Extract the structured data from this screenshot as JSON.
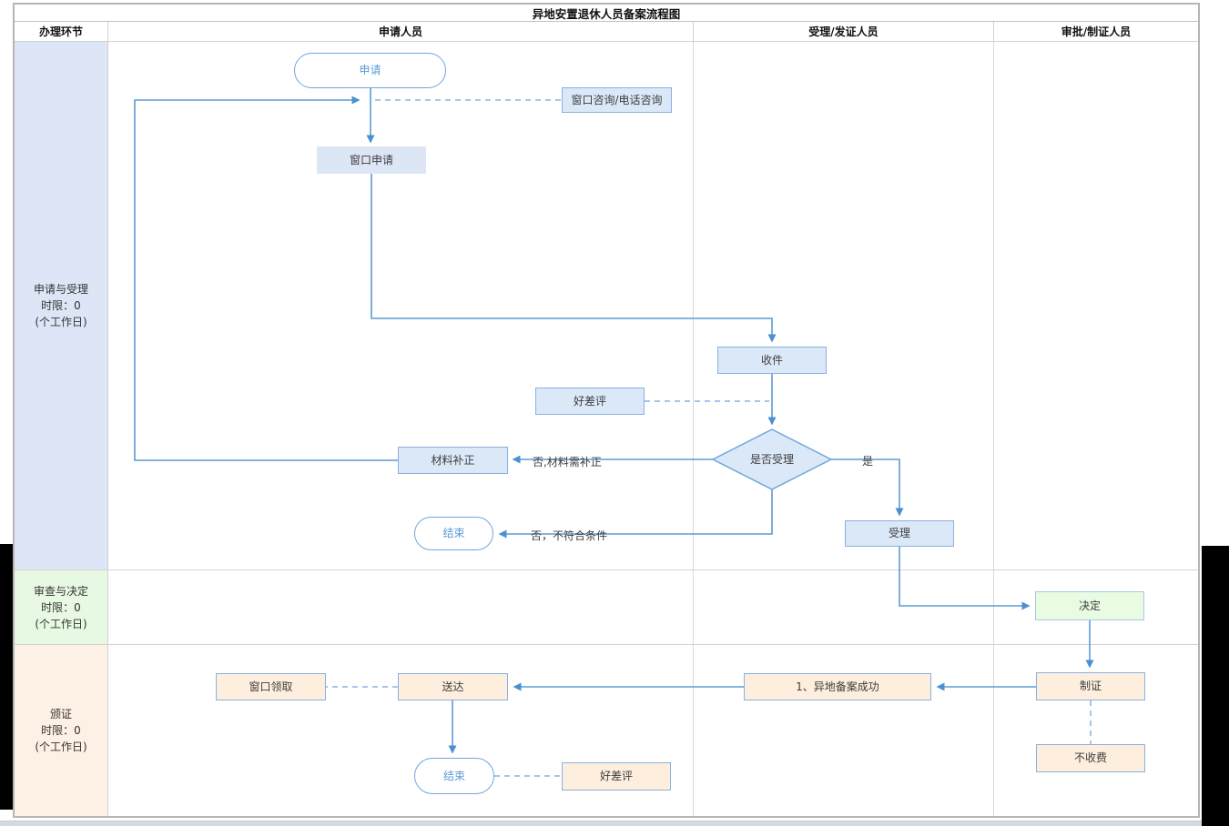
{
  "title": "异地安置退休人员备案流程图",
  "columns": [
    "办理环节",
    "申请人员",
    "受理/发证人员",
    "审批/制证人员"
  ],
  "lanes": [
    {
      "name": "申请与受理",
      "limit": "时限：0",
      "unit": "(个工作日)"
    },
    {
      "name": "审查与决定",
      "limit": "时限：0",
      "unit": "(个工作日)"
    },
    {
      "name": "颁证",
      "limit": "时限：0",
      "unit": "(个工作日)"
    }
  ],
  "nodes": {
    "start": "申请",
    "consult": "窗口咨询/电话咨询",
    "window_apply": "窗口申请",
    "receive": "收件",
    "review_upper": "好差评",
    "decision": "是否受理",
    "material_fix": "材料补正",
    "end_upper": "结束",
    "accept": "受理",
    "decide": "决定",
    "make_cert": "制证",
    "no_fee": "不收费",
    "filing_success": "1、异地备案成功",
    "deliver": "送达",
    "window_pickup": "窗口领取",
    "end_lower": "结束",
    "review_lower": "好差评"
  },
  "edge_labels": {
    "yes": "是",
    "no_fix": "否,材料需补正",
    "no_reject": "否，不符合条件"
  },
  "colors": {
    "line": "#5b9bd5",
    "dashed_line": "#85b4e4",
    "blue_fill": "#dbe8f8",
    "blue_border": "#8ab1e0",
    "peach_fill": "#fdeedd",
    "green_fill": "#e9fbe0",
    "lane1_bg": "#dce6f6",
    "lane2_bg": "#e8f9e3",
    "lane3_bg": "#fdf0e4"
  }
}
